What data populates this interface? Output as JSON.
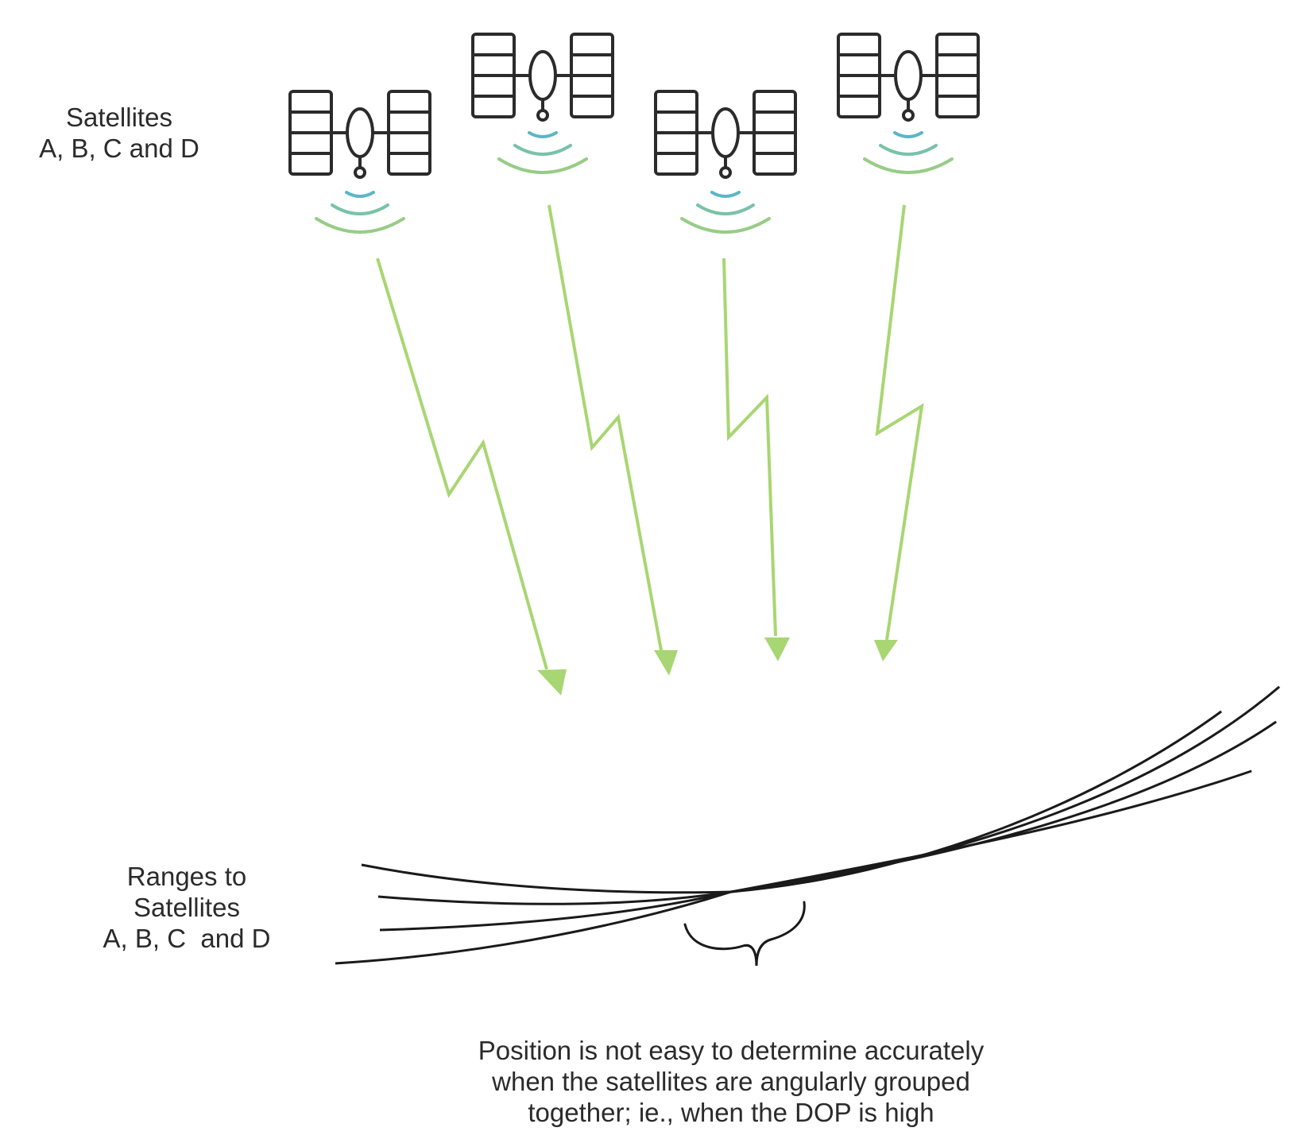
{
  "labels": {
    "satellites": [
      "Satellites",
      "A, B, C and D"
    ],
    "ranges": [
      "Ranges to",
      "Satellites",
      "A, B, C  and D"
    ],
    "caption": [
      "Position is not easy to determine accurately",
      "when the satellites are angularly grouped",
      "together; ie., when the DOP is high"
    ]
  },
  "satellites": [
    {
      "id": "A"
    },
    {
      "id": "B"
    },
    {
      "id": "C"
    },
    {
      "id": "D"
    }
  ],
  "colors": {
    "ink": "#2b2b2b",
    "signal_arrow": "#a8d672",
    "wave_inner": "#5bb6c8",
    "wave_middle": "#79c2a8",
    "wave_outer": "#97cc86",
    "range_curve": "#1a1a1a"
  },
  "icons": {
    "satellite": "satellite-icon",
    "signal": "signal-wave-icon",
    "arrow": "lightning-arrow-icon",
    "brace": "curly-brace-icon"
  }
}
